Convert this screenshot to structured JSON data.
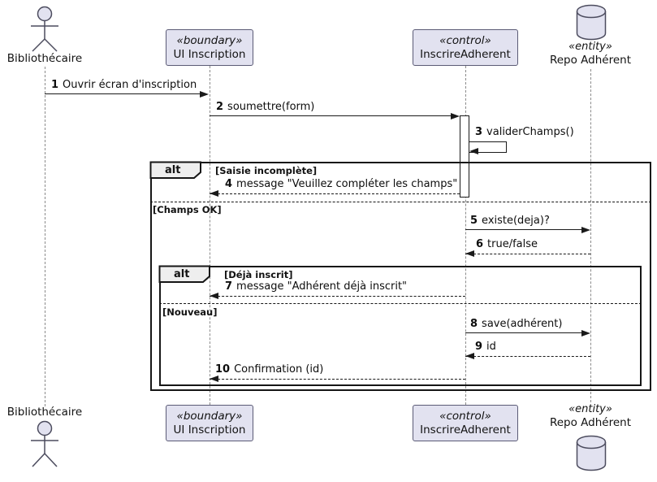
{
  "participants": {
    "actor": {
      "name": "Bibliothécaire"
    },
    "boundary": {
      "stereotype": "«boundary»",
      "name": "UI Inscription"
    },
    "control": {
      "stereotype": "«control»",
      "name": "InscrireAdherent"
    },
    "entity": {
      "stereotype": "«entity»",
      "name": "Repo Adhérent"
    }
  },
  "messages": [
    {
      "num": "1",
      "text": "Ouvrir écran d'inscription"
    },
    {
      "num": "2",
      "text": "soumettre(form)"
    },
    {
      "num": "3",
      "text": "validerChamps()"
    },
    {
      "num": "4",
      "text": "message \"Veuillez compléter les champs\""
    },
    {
      "num": "5",
      "text": "existe(deja)?"
    },
    {
      "num": "6",
      "text": "true/false"
    },
    {
      "num": "7",
      "text": "message \"Adhérent déjà inscrit\""
    },
    {
      "num": "8",
      "text": "save(adhérent)"
    },
    {
      "num": "9",
      "text": "id"
    },
    {
      "num": "10",
      "text": "Confirmation (id)"
    }
  ],
  "fragments": {
    "outer": {
      "operator": "alt",
      "guard_top": "[Saisie incomplète]",
      "guard_else": "[Champs OK]"
    },
    "inner": {
      "operator": "alt",
      "guard_top": "[Déjà inscrit]",
      "guard_else": "[Nouveau]"
    }
  },
  "colors": {
    "participant_fill": "#E2E2F0",
    "fragment_label_fill": "#EEEEEE",
    "line": "#1A1A1A",
    "lifeline": "#8B8B8B"
  }
}
